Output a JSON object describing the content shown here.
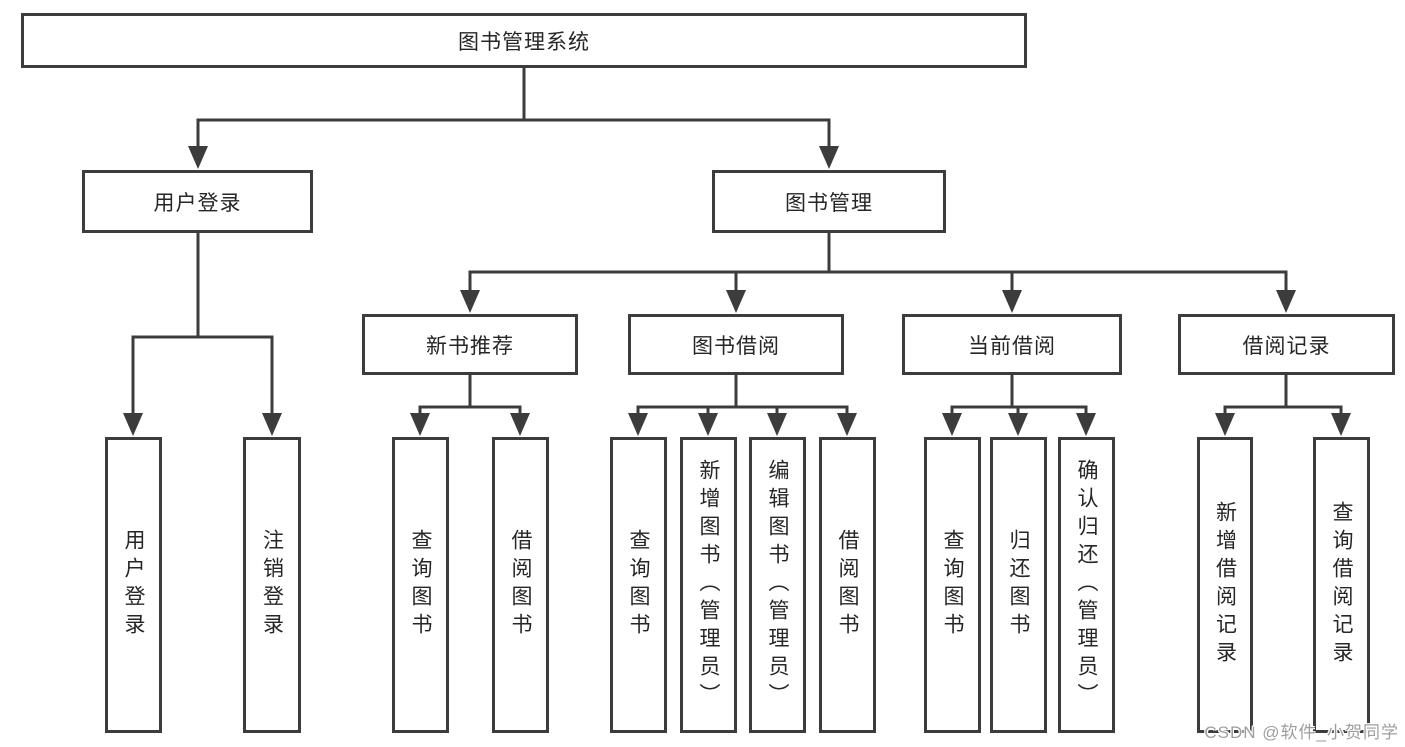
{
  "diagram": {
    "root": {
      "label": "图书管理系统"
    },
    "level2": [
      {
        "label": "用户登录"
      },
      {
        "label": "图书管理"
      }
    ],
    "level3": [
      {
        "label": "新书推荐"
      },
      {
        "label": "图书借阅"
      },
      {
        "label": "当前借阅"
      },
      {
        "label": "借阅记录"
      }
    ],
    "leaves": {
      "user_login": [
        "用户登录",
        "注销登录"
      ],
      "new_book_recommend": [
        "查询图书",
        "借阅图书"
      ],
      "book_borrow": [
        "查询图书",
        "新增图书（管理员）",
        "编辑图书（管理员）",
        "借阅图书"
      ],
      "current_borrow": [
        "查询图书",
        "归还图书",
        "确认归还（管理员）"
      ],
      "borrow_records": [
        "新增借阅记录",
        "查询借阅记录"
      ]
    }
  },
  "watermark": {
    "text": "CSDN @软件_小贺同学"
  },
  "colors": {
    "line": "#3c3c3c",
    "text": "#262626",
    "watermark": "#9e9e9e",
    "background": "#ffffff"
  }
}
